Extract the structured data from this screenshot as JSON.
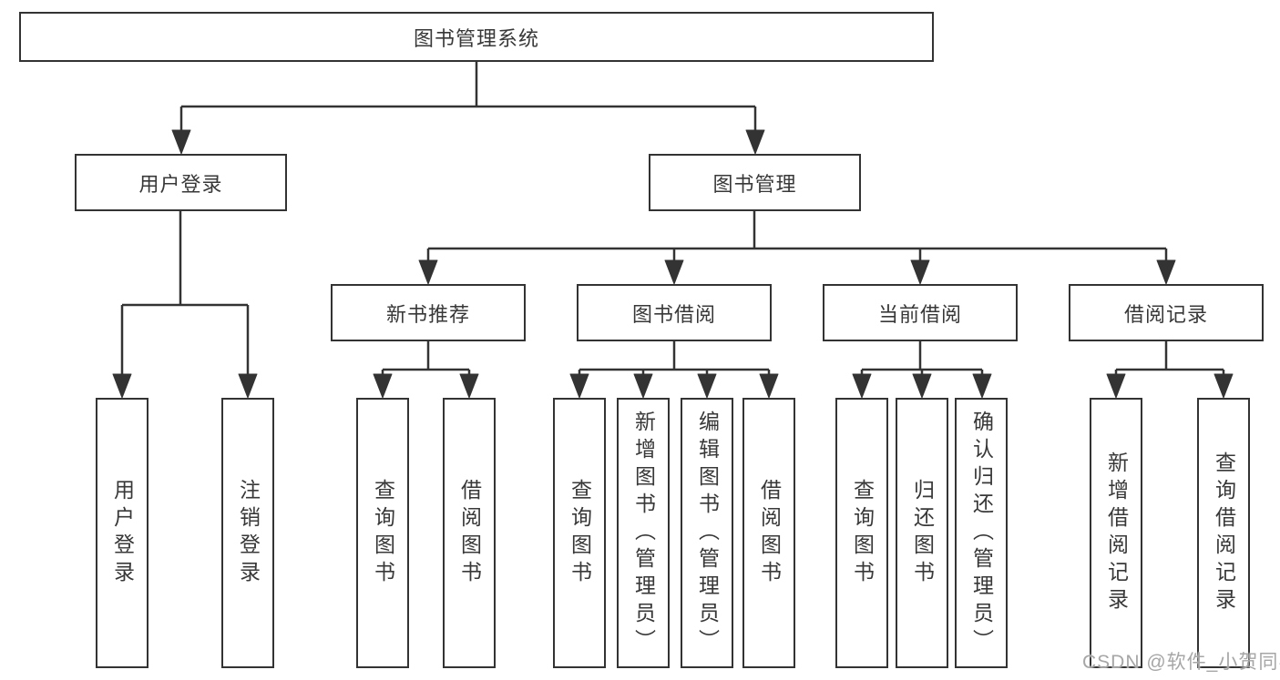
{
  "diagram": {
    "root": {
      "label": "图书管理系统"
    },
    "level2": [
      {
        "label": "用户登录"
      },
      {
        "label": "图书管理"
      }
    ],
    "level3": [
      {
        "label": "新书推荐"
      },
      {
        "label": "图书借阅"
      },
      {
        "label": "当前借阅"
      },
      {
        "label": "借阅记录"
      }
    ],
    "leaves": [
      {
        "label": "用户登录"
      },
      {
        "label": "注销登录"
      },
      {
        "label": "查询图书"
      },
      {
        "label": "借阅图书"
      },
      {
        "label": "查询图书"
      },
      {
        "label": "新增图书（管理员）"
      },
      {
        "label": "编辑图书（管理员）"
      },
      {
        "label": "借阅图书"
      },
      {
        "label": "查询图书"
      },
      {
        "label": "归还图书"
      },
      {
        "label": "确认归还（管理员）"
      },
      {
        "label": "新增借阅记录"
      },
      {
        "label": "查询借阅记录"
      }
    ]
  },
  "watermark": {
    "text": "CSDN @软件_小贺同学"
  },
  "colors": {
    "line": "#333333",
    "text": "#383838",
    "watermark": "#a6a6a6",
    "background": "#ffffff"
  }
}
